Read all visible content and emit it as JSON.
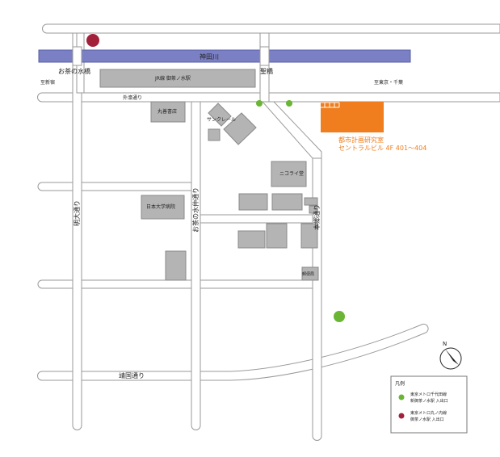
{
  "river": {
    "label": "神田川",
    "color": "#7b80c4"
  },
  "bridges": {
    "ochanomizu": "お茶の水橋",
    "hijiri": "聖橋"
  },
  "directions": {
    "west": "至新宿",
    "east": "至東京・千葉"
  },
  "streets": {
    "sotobori": "外濠通り",
    "meidai": "明大通り",
    "ochanomizu_nakadori": "お茶の水仲通り",
    "hongo": "本郷通り",
    "yasukuni": "靖国通り"
  },
  "buildings": {
    "jr_station": "JR線 御茶ノ水駅",
    "maruzen": "丸善書店",
    "sunkleer": "サンクレール",
    "nicolai": "ニコライ堂",
    "nihon_univ_hospital": "日本大学病院",
    "post_office": "郵便局"
  },
  "destination": {
    "name": "都市計画研究室",
    "address": "セントラルビル 4F 401～404",
    "color": "#f07d1e"
  },
  "compass": {
    "label": "N"
  },
  "legend": {
    "title": "凡例",
    "items": [
      {
        "line1": "東京メトロ千代田線",
        "line2": "新御茶ノ水駅 入出口",
        "color": "#6ab535"
      },
      {
        "line1": "東京メトロ丸ノ内線",
        "line2": "御茶ノ水駅 入出口",
        "color": "#a3203a"
      }
    ]
  }
}
